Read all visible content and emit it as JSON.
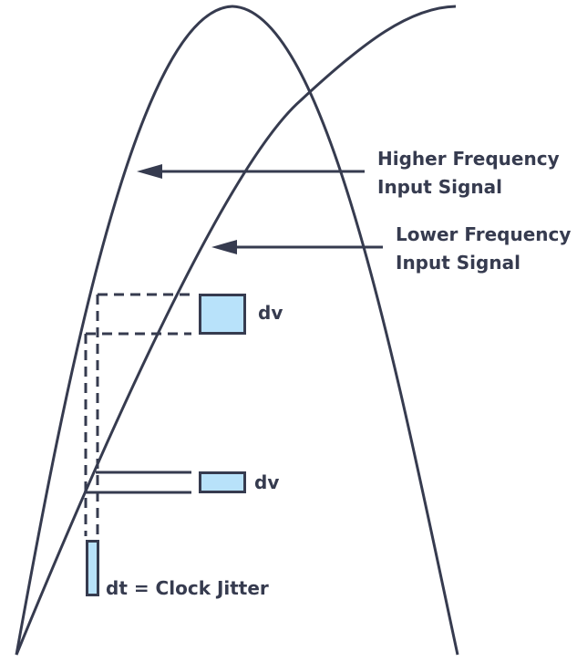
{
  "diagram": {
    "title": "Clock jitter effect on higher vs lower frequency input signals",
    "colors": {
      "stroke": "#363b4f",
      "box_fill": "#b8e2fa"
    },
    "labels": {
      "higher_signal_line1": "Higher Frequency",
      "higher_signal_line2": "Input Signal",
      "lower_signal_line1": "Lower Frequency",
      "lower_signal_line2": "Input Signal",
      "dv_large": "dv",
      "dv_small": "dv",
      "dt": "dt = Clock Jitter"
    },
    "curves": [
      {
        "name": "Higher Frequency Input Signal",
        "shape": "half-sine peak, steep slope"
      },
      {
        "name": "Lower Frequency Input Signal",
        "shape": "rising slope, gentle"
      }
    ]
  }
}
